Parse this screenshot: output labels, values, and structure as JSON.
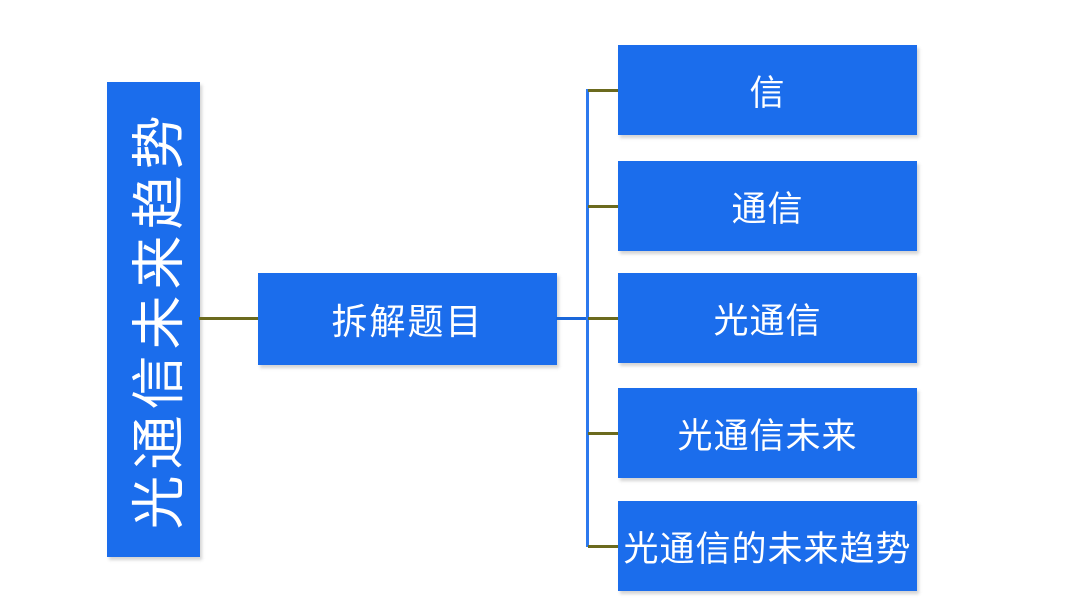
{
  "diagram": {
    "type": "mindmap",
    "root_label": "光通信未来趋势",
    "topic_label": "拆解题目",
    "children": [
      {
        "label": "信"
      },
      {
        "label": "通信"
      },
      {
        "label": "光通信"
      },
      {
        "label": "光通信未来"
      },
      {
        "label": "光通信的未来趋势"
      }
    ],
    "colors": {
      "node_fill": "#1b6dec",
      "node_text": "#ffffff",
      "connector_dark": "#6b6a1e",
      "connector_blue_segment": "#1a67da",
      "spine_blue": "#2d79ee",
      "background": "#ffffff"
    }
  }
}
